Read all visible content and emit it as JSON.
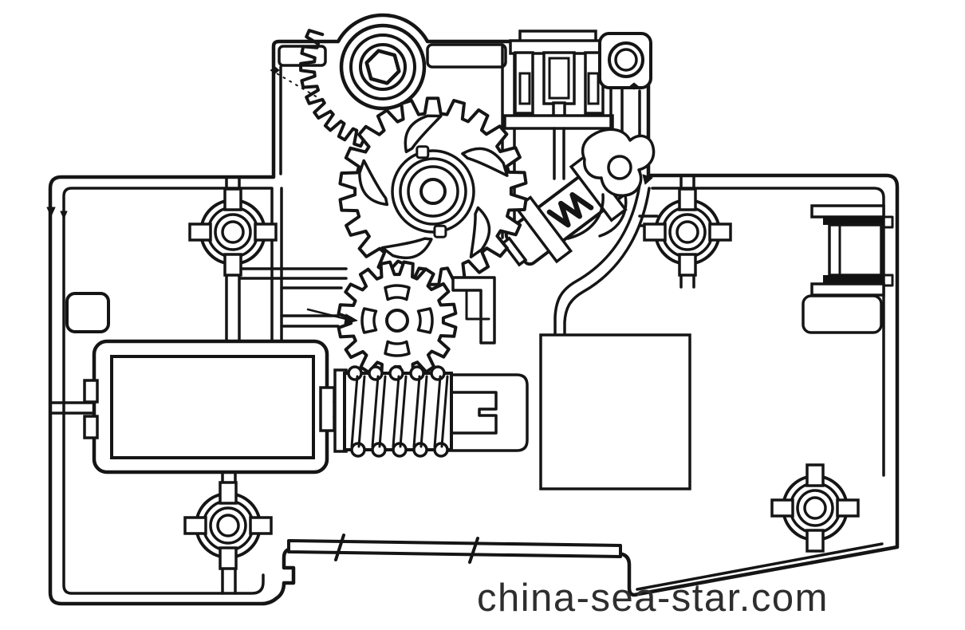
{
  "watermark": {
    "text": "china-sea-star.com"
  },
  "palette": {
    "background": "#ffffff",
    "ink": "#151515",
    "watermark_ink": "#2e2e2e"
  },
  "diagram": {
    "type": "mechanical-line-drawing",
    "subject": "Internal gear-train mechanism of a DIN-rail mounted device (timer/breaker style housing), monochrome engineering outline drawing",
    "components": [
      "device-housing-outline",
      "hex-socket-bolt-wheel",
      "large-spur-gear",
      "center-spur-gear-with-impeller-spokes",
      "small-spur-gear-with-arc-slots",
      "worm-gear-on-motor-shaft",
      "motor-block",
      "mounting-boss-top-left",
      "mounting-boss-top-right",
      "mounting-boss-bottom-left",
      "mounting-boss-bottom-right",
      "terminal-plunger-block",
      "screw-boss-with-hole",
      "angled-spring-dashpot",
      "latch-pawl",
      "side-contact-block",
      "blank-label-square",
      "din-rail-foot-bar"
    ]
  }
}
